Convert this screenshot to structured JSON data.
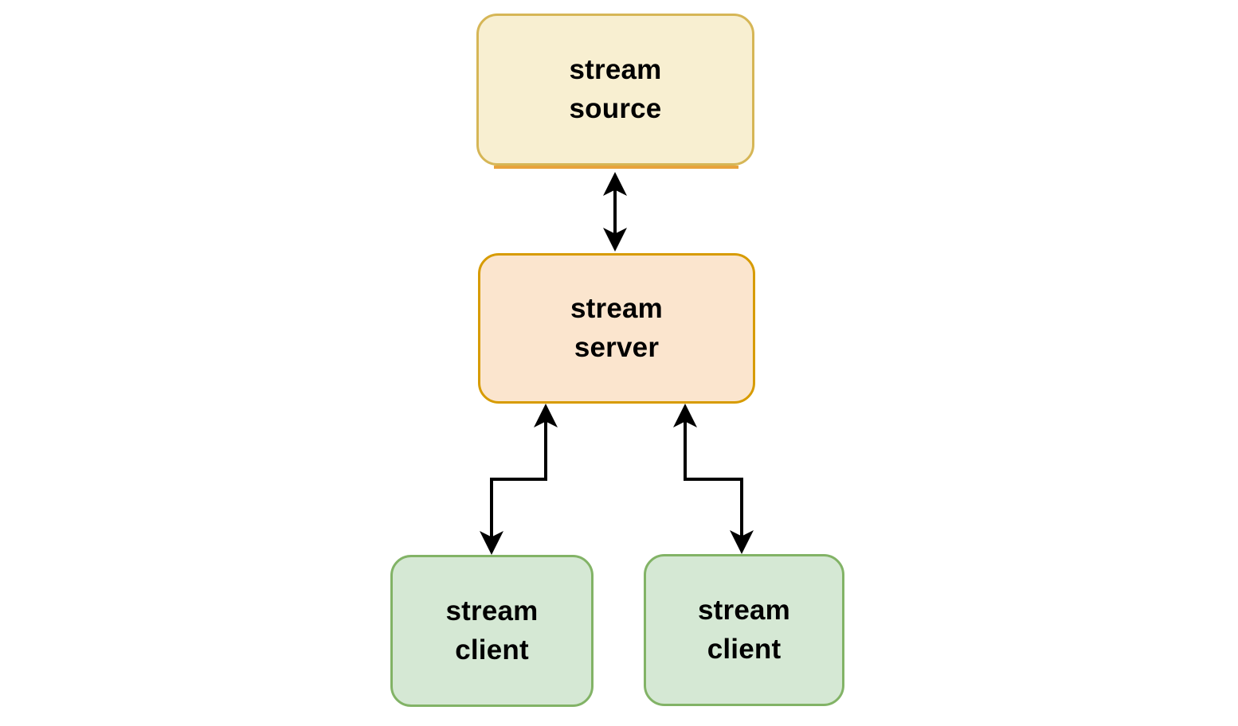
{
  "diagram": {
    "nodes": {
      "source": {
        "label": "stream\nsource",
        "fill": "#F8EFD1",
        "border": "#D6B656"
      },
      "server": {
        "label": "stream\nserver",
        "fill": "#FBE5CE",
        "border": "#D79B00"
      },
      "client_left": {
        "label": "stream\nclient",
        "fill": "#D5E8D4",
        "border": "#82B366"
      },
      "client_right": {
        "label": "stream\nclient",
        "fill": "#D5E8D4",
        "border": "#82B366"
      }
    },
    "edges": [
      {
        "id": "source-server",
        "from": "stream source",
        "to": "stream server",
        "direction": "bidirectional"
      },
      {
        "id": "server-client-left",
        "from": "stream server",
        "to": "stream client",
        "direction": "bidirectional"
      },
      {
        "id": "server-client-right",
        "from": "stream server",
        "to": "stream client",
        "direction": "bidirectional"
      }
    ],
    "colors": {
      "background": "#FFFFFF",
      "arrow": "#000000",
      "text": "#000000",
      "accent_underline": "#E8A33D"
    }
  }
}
